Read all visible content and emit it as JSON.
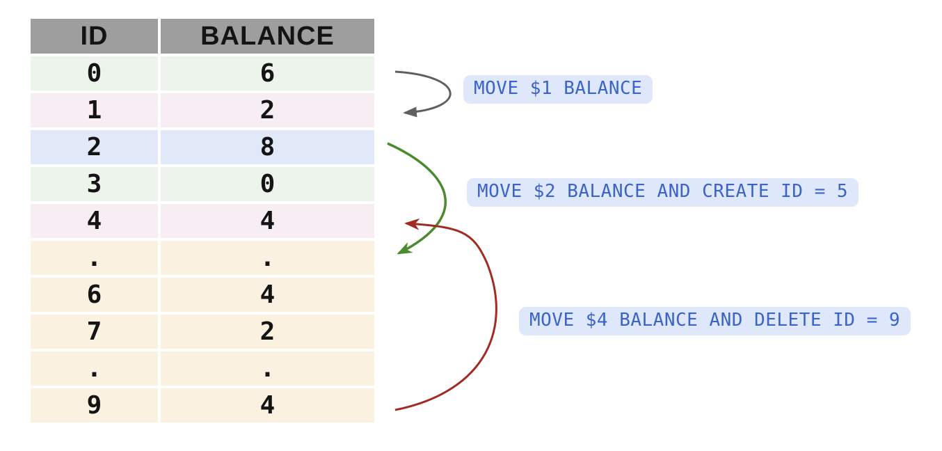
{
  "table": {
    "headers": [
      "ID",
      "BALANCE"
    ],
    "rows": [
      {
        "id": "0",
        "balance": "6",
        "color": "green"
      },
      {
        "id": "1",
        "balance": "2",
        "color": "pink"
      },
      {
        "id": "2",
        "balance": "8",
        "color": "blue"
      },
      {
        "id": "3",
        "balance": "0",
        "color": "green"
      },
      {
        "id": "4",
        "balance": "4",
        "color": "pink"
      },
      {
        "id": ".",
        "balance": ".",
        "color": "cream"
      },
      {
        "id": "6",
        "balance": "4",
        "color": "cream"
      },
      {
        "id": "7",
        "balance": "2",
        "color": "cream"
      },
      {
        "id": ".",
        "balance": ".",
        "color": "cream"
      },
      {
        "id": "9",
        "balance": "4",
        "color": "cream"
      }
    ]
  },
  "annotations": [
    {
      "label": "MOVE $1 BALANCE",
      "arrow": "gray"
    },
    {
      "label": "MOVE $2 BALANCE AND CREATE ID = 5",
      "arrow": "green"
    },
    {
      "label": "MOVE $4 BALANCE AND DELETE ID = 9",
      "arrow": "red"
    }
  ],
  "colors": {
    "header_bg": "#9e9e9e",
    "row_palette": {
      "green": "#edf4eb",
      "pink": "#f6eef3",
      "blue": "#e1e9f9",
      "cream": "#faf1e1"
    },
    "pill_bg": "#dfe8fb",
    "pill_text": "#3b63c8",
    "arrow_gray": "#606060",
    "arrow_green": "#4c8a2e",
    "arrow_red": "#a12b21",
    "cell_text": "#141414"
  }
}
